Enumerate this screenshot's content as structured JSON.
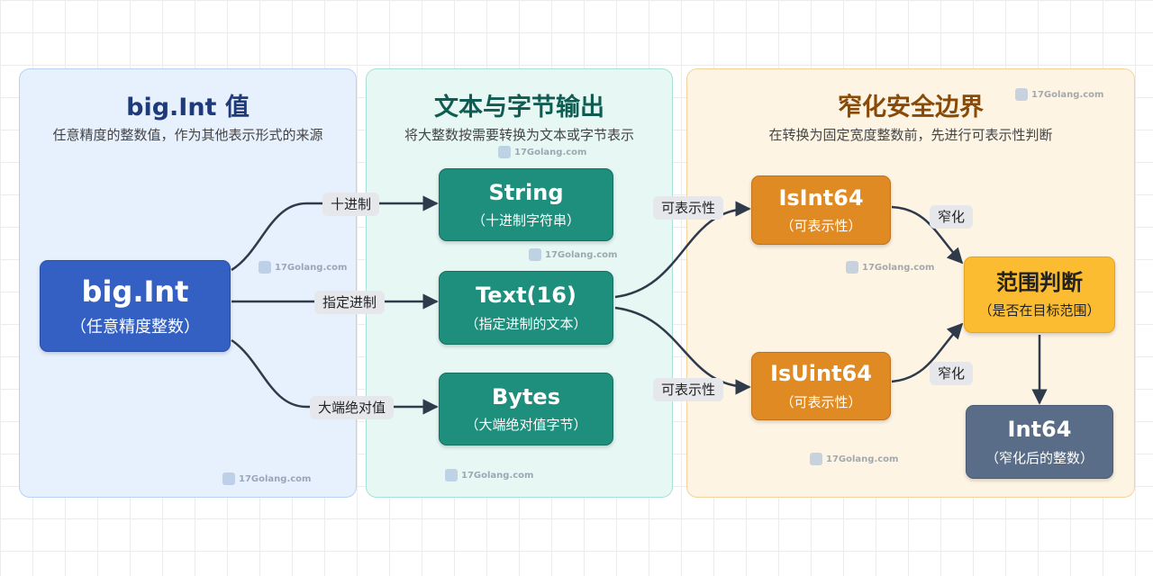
{
  "panels": [
    {
      "title": "big.Int 值",
      "subtitle": "任意精度的整数值，作为其他表示形式的来源"
    },
    {
      "title": "文本与字节输出",
      "subtitle": "将大整数按需要转换为文本或字节表示"
    },
    {
      "title": "窄化安全边界",
      "subtitle": "在转换为固定宽度整数前，先进行可表示性判断"
    }
  ],
  "nodes": {
    "bigint": {
      "title": "big.Int",
      "sub": "（任意精度整数）"
    },
    "string": {
      "title": "String",
      "sub": "（十进制字符串）"
    },
    "text16": {
      "title": "Text(16)",
      "sub": "（指定进制的文本）"
    },
    "bytes": {
      "title": "Bytes",
      "sub": "（大端绝对值字节）"
    },
    "isint64": {
      "title": "IsInt64",
      "sub": "（可表示性）"
    },
    "isuint64": {
      "title": "IsUint64",
      "sub": "（可表示性）"
    },
    "range": {
      "title": "范围判断",
      "sub": "（是否在目标范围）"
    },
    "int64": {
      "title": "Int64",
      "sub": "（窄化后的整数）"
    }
  },
  "edge_labels": {
    "decimal": "十进制",
    "base": "指定进制",
    "bigendian": "大端绝对值",
    "repr1": "可表示性",
    "repr2": "可表示性",
    "narrow1": "窄化",
    "narrow2": "窄化"
  },
  "watermark": "17Golang.com",
  "colors": {
    "edge": "#2f3a4a",
    "blue": "#3460c4",
    "teal": "#1d8f7c",
    "orange": "#e08a24",
    "yellow": "#fcbc32",
    "slate": "#5a6d88"
  }
}
